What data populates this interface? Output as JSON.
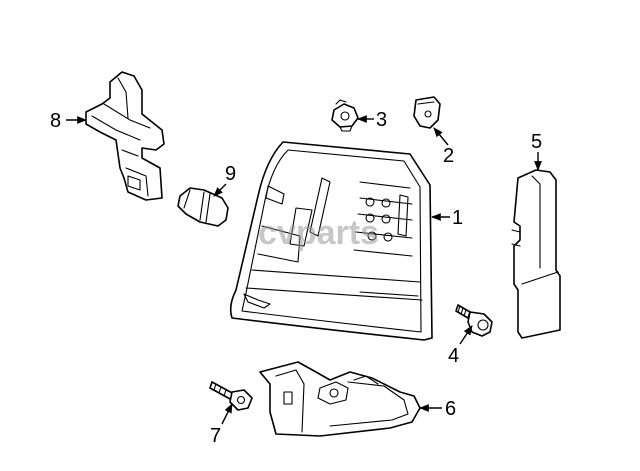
{
  "callouts": {
    "c1": "1",
    "c2": "2",
    "c3": "3",
    "c4": "4",
    "c5": "5",
    "c6": "6",
    "c7": "7",
    "c8": "8",
    "c9": "9"
  },
  "watermark": {
    "text": "cvparts"
  },
  "colors": {
    "ink": "#000000",
    "paper": "#ffffff",
    "watermark": "#9a9a9a"
  }
}
